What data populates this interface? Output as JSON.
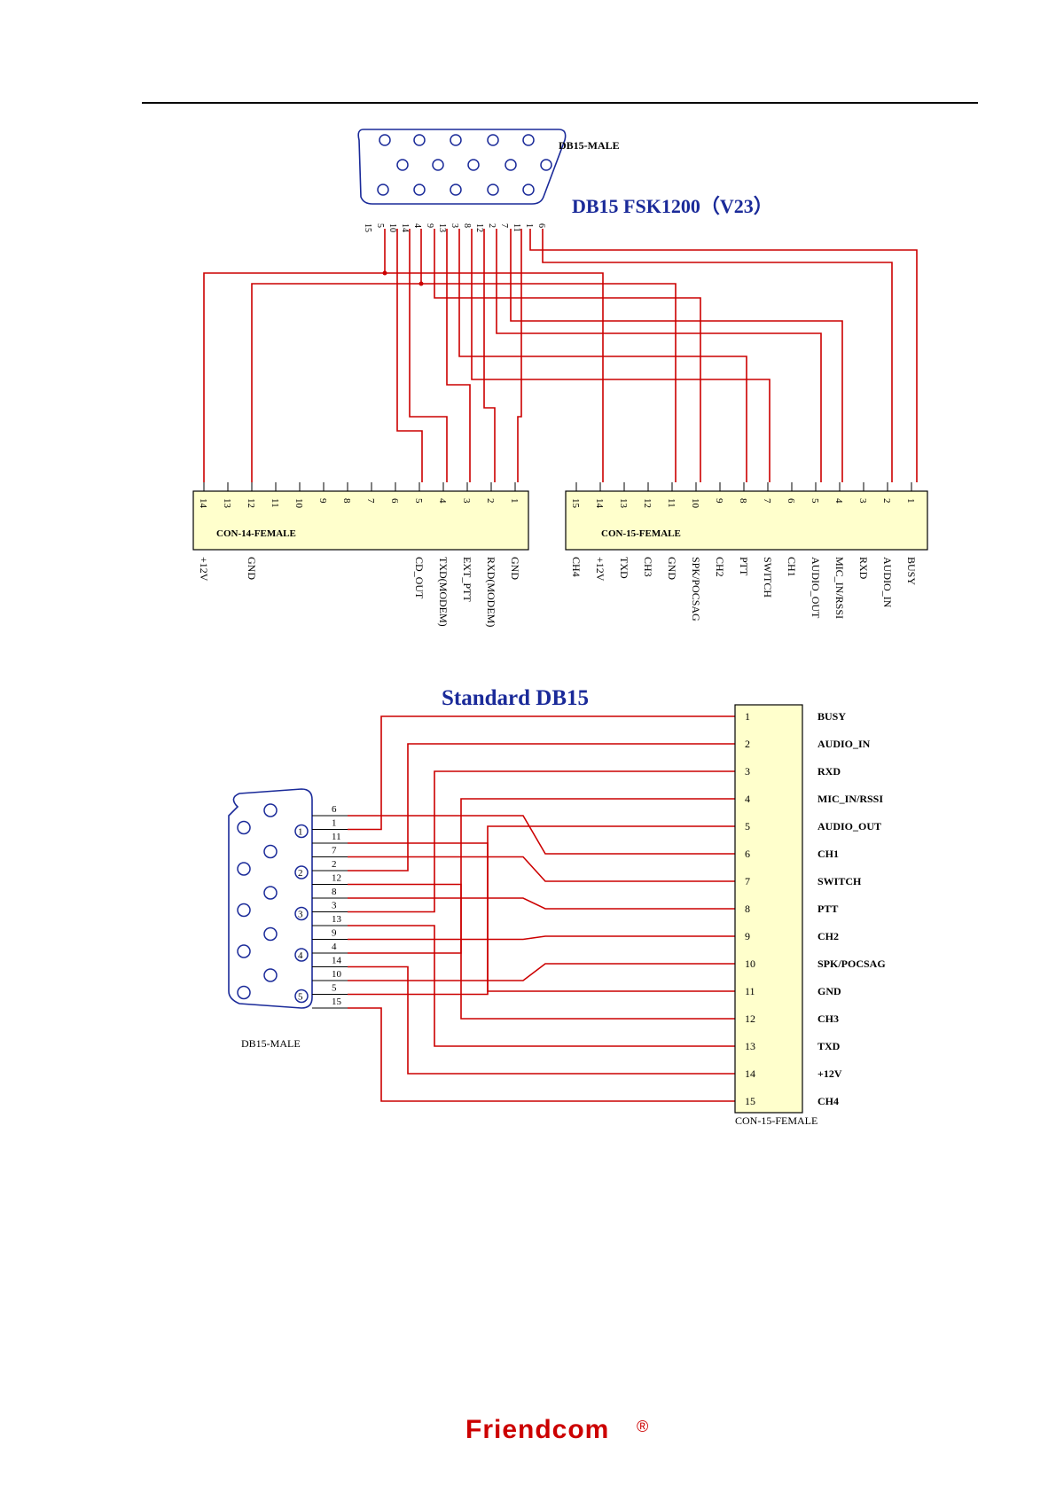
{
  "diagram1": {
    "title": "DB15 FSK1200（V23）",
    "connector_label": "DB15-MALE",
    "db15_pin_labels": [
      "15",
      "5",
      "10",
      "14",
      "4",
      "9",
      "13",
      "3",
      "8",
      "12",
      "2",
      "7",
      "11",
      "1",
      "6"
    ],
    "con14": {
      "label": "CON-14-FEMALE",
      "pins": [
        "14",
        "13",
        "12",
        "11",
        "10",
        "9",
        "8",
        "7",
        "6",
        "5",
        "4",
        "3",
        "2",
        "1"
      ],
      "signals": [
        "+12V",
        "",
        "GND",
        "",
        "",
        "",
        "",
        "",
        "",
        "CD_OUT",
        "TXD(MODEM)",
        "EXT_PTT",
        "RXD(MODEM)",
        "GND"
      ]
    },
    "con15": {
      "label": "CON-15-FEMALE",
      "pins": [
        "15",
        "14",
        "13",
        "12",
        "11",
        "10",
        "9",
        "8",
        "7",
        "6",
        "5",
        "4",
        "3",
        "2",
        "1"
      ],
      "signals": [
        "CH4",
        "+12V",
        "TXD",
        "CH3",
        "GND",
        "SPK/POCSAG",
        "CH2",
        "PTT",
        "SWITCH",
        "CH1",
        "AUDIO_OUT",
        "MIC_IN/RSSI",
        "RXD",
        "AUDIO_IN",
        "BUSY"
      ]
    }
  },
  "diagram2": {
    "title": "Standard DB15",
    "male_label": "DB15-MALE",
    "male_circle_numbers": [
      "1",
      "2",
      "3",
      "4",
      "5"
    ],
    "male_pin_order": [
      "6",
      "1",
      "11",
      "7",
      "2",
      "12",
      "8",
      "3",
      "13",
      "9",
      "4",
      "14",
      "10",
      "5",
      "15"
    ],
    "female_label": "CON-15-FEMALE",
    "female_pins": [
      "1",
      "2",
      "3",
      "4",
      "5",
      "6",
      "7",
      "8",
      "9",
      "10",
      "11",
      "12",
      "13",
      "14",
      "15"
    ],
    "female_signals": [
      "BUSY",
      "AUDIO_IN",
      "RXD",
      "MIC_IN/RSSI",
      "AUDIO_OUT",
      "CH1",
      "SWITCH",
      "PTT",
      "CH2",
      "SPK/POCSAG",
      "GND",
      "CH3",
      "TXD",
      "+12V",
      "CH4"
    ]
  },
  "footer": {
    "brand": "Friendcom",
    "mark": "®"
  },
  "colors": {
    "wire": "#cc0000",
    "box_fill": "#ffffcc",
    "title": "#1a2a99",
    "brand": "#cc0000"
  }
}
